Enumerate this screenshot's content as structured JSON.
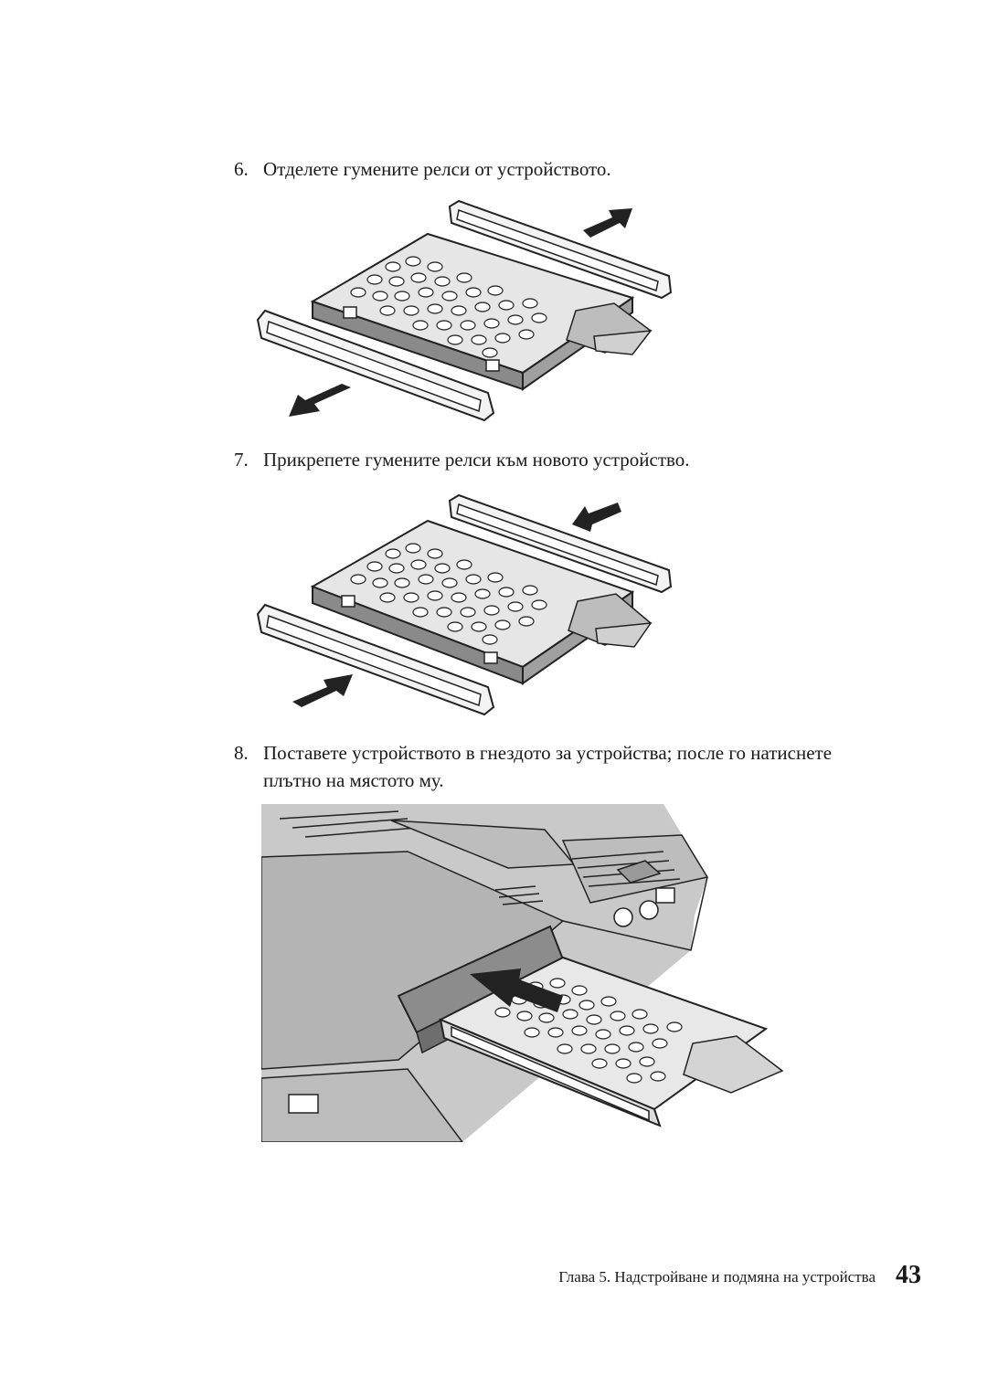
{
  "steps": [
    {
      "number": "6.",
      "text": "Отделете гумените релси от устройството."
    },
    {
      "number": "7.",
      "text": "Прикрепете гумените релси към новото устройство."
    },
    {
      "number": "8.",
      "text": "Поставете устройството в гнездото за устройства; после го натиснете",
      "text2": "плътно на мястото му."
    }
  ],
  "figures": [
    {
      "name": "remove-rubber-rails",
      "arrows": "outward"
    },
    {
      "name": "attach-rubber-rails",
      "arrows": "inward"
    },
    {
      "name": "insert-drive-into-bay",
      "arrows": "insert"
    }
  ],
  "footer": {
    "chapter_text": "Глава 5. Надстройване и подмяна на устройства",
    "page_number": "43"
  }
}
